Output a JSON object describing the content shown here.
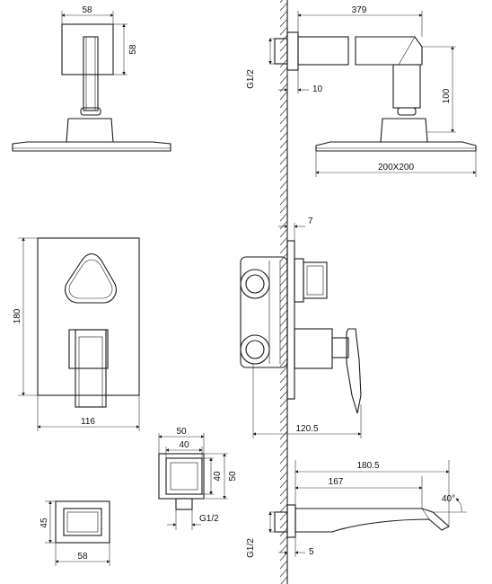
{
  "labels": {
    "head_front_width": "58",
    "head_front_height": "58",
    "arm_length": "379",
    "inlet_thread_top": "G1/2",
    "flange_depth": "10",
    "drop_height": "100",
    "head_size": "200X200",
    "mixer_plate_height": "180",
    "mixer_plate_width": "116",
    "plate_offset": "7",
    "mixer_depth": "120.5",
    "outlet_outer": "50",
    "outlet_inner": "40",
    "outlet_inner_v": "40",
    "outlet_outer_v": "50",
    "outlet_thread": "G1/2",
    "spout_plate_height": "45",
    "spout_plate_width": "58",
    "spout_total": "180.5",
    "spout_reach": "167",
    "spout_angle": "40°",
    "spout_thread": "G1/2",
    "spout_flange": "5"
  }
}
